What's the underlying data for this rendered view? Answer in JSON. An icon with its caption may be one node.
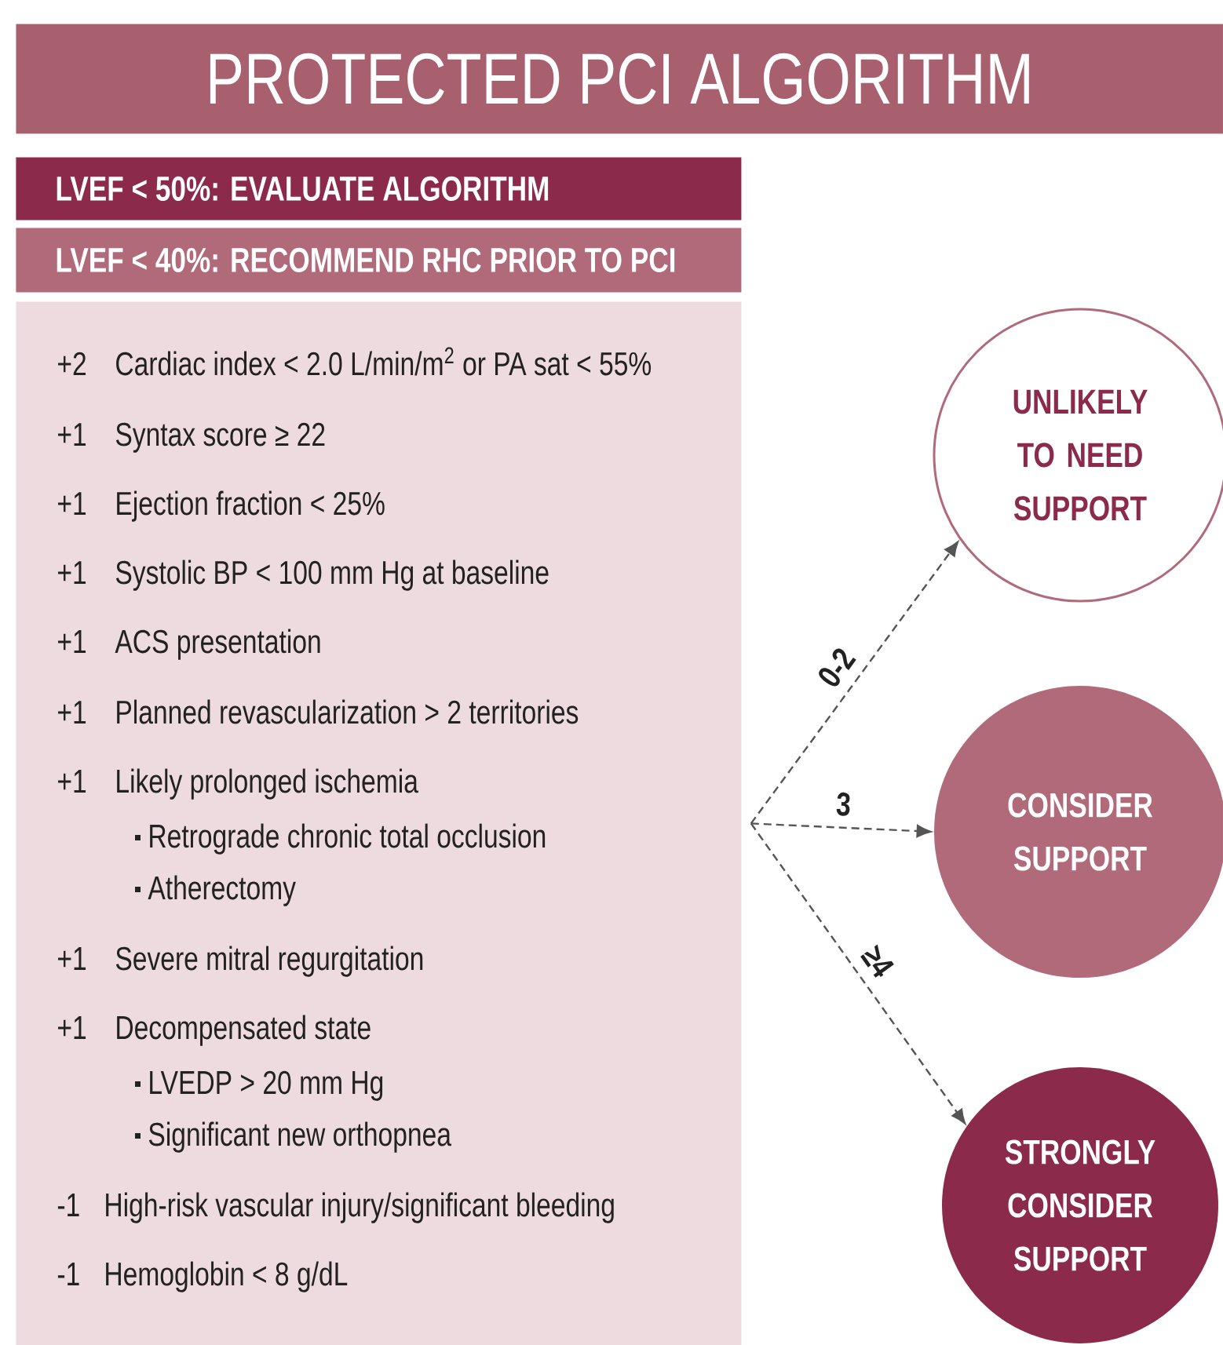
{
  "diagram": {
    "title": "PROTECTED PCI ALGORITHM",
    "nodes": [
      {
        "text": [
          "LVEF < 50%: EVALUATE ALGORITHM"
        ]
      },
      {
        "text": [
          "LVEF < 40%: RECOMMEND RHC PRIOR TO PCI"
        ]
      },
      {
        "text": [
          "+2",
          "Cardiac index < 2.0 L/min/m$^{2}$ or PA sat < 55%",
          "+1",
          "Syntax score ≥ 22",
          "+1",
          "Ejection fraction < 25%",
          "+1",
          "Systolic BP < 100 mm Hg at baseline",
          "+1",
          "ACS presentation",
          "+1",
          "Planned revascularization > 2 territories",
          "+1",
          "Likely prolonged ischemia",
          "Retrograde chronic total occlusion",
          "Atherectomy",
          "+1",
          "Severe mitral regurgitation",
          "+1",
          "Decompensated state",
          "LVEDP > 20 mm Hg",
          "Significant new orthopnea",
          "-1",
          "High-risk vascular injury/significant bleeding",
          "-1",
          "Hemoglobin < 8 g/dL"
        ]
      },
      {
        "text": [
          "UNLIKELY TO NEED SUPPORT"
        ]
      },
      {
        "text": [
          "CONSIDER SUPPORT"
        ]
      },
      {
        "text": [
          "STRONGLY CONSIDER SUPPORT"
        ]
      }
    ],
    "edges": [
      {
        "from": 2,
        "to": 3,
        "arrow": "to",
        "label": "0-2",
        "style": "dashed"
      },
      {
        "from": 2,
        "to": 4,
        "arrow": "to",
        "label": "3",
        "style": "dashed"
      },
      {
        "from": 2,
        "to": 5,
        "arrow": "to",
        "label": "≥4",
        "style": "dashed"
      }
    ]
  }
}
